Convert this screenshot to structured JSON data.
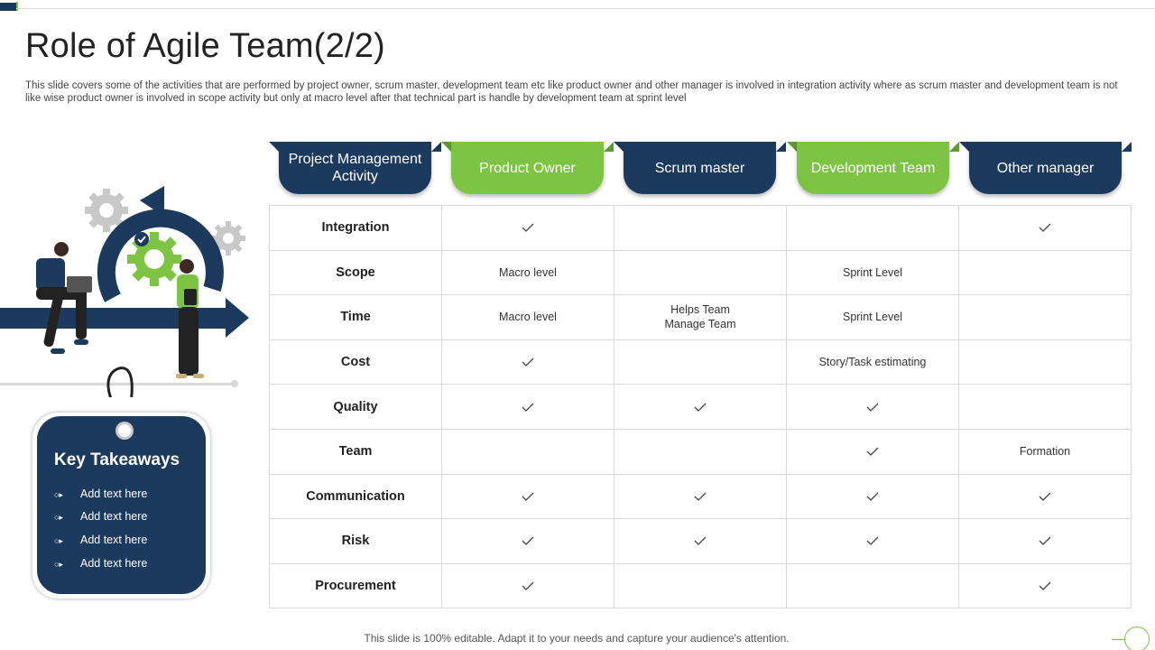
{
  "title": "Role of Agile Team(2/2)",
  "subtitle": "This slide covers some of the activities that are performed by project owner, scrum master, development team etc like product owner and other manager is involved in integration activity where as scrum master and development team is not like wise  product owner is involved  in scope activity  but only at macro level after that technical part is handle by  development team at sprint level",
  "table": {
    "headers": [
      {
        "label": "Project Management Activity",
        "color": "navy"
      },
      {
        "label": "Product Owner",
        "color": "green"
      },
      {
        "label": "Scrum master",
        "color": "navy"
      },
      {
        "label": "Development Team",
        "color": "green"
      },
      {
        "label": "Other manager",
        "color": "navy"
      }
    ],
    "rows": [
      {
        "activity": "Integration",
        "cells": [
          "✓",
          "",
          "",
          "✓"
        ]
      },
      {
        "activity": "Scope",
        "cells": [
          "Macro level",
          "",
          "Sprint Level",
          ""
        ]
      },
      {
        "activity": "Time",
        "cells": [
          "Macro level",
          "Helps Team\nManage Team",
          "Sprint Level",
          ""
        ]
      },
      {
        "activity": "Cost",
        "cells": [
          "✓",
          "",
          "Story/Task estimating",
          ""
        ]
      },
      {
        "activity": "Quality",
        "cells": [
          "✓",
          "✓",
          "✓",
          ""
        ]
      },
      {
        "activity": "Team",
        "cells": [
          "",
          "",
          "✓",
          "Formation"
        ]
      },
      {
        "activity": "Communication",
        "cells": [
          "✓",
          "✓",
          "✓",
          "✓"
        ]
      },
      {
        "activity": "Risk",
        "cells": [
          "✓",
          "✓",
          "✓",
          "✓"
        ]
      },
      {
        "activity": "Procurement",
        "cells": [
          "✓",
          "",
          "",
          "✓"
        ]
      }
    ]
  },
  "takeaways": {
    "title": "Key Takeaways",
    "items": [
      "Add text here",
      "Add text here",
      "Add text here",
      "Add text here"
    ]
  },
  "footer": "This slide is 100% editable. Adapt it to your needs and capture your audience's attention.",
  "colors": {
    "navy": "#1c3a5e",
    "green": "#7dc443",
    "grid": "#d9d9d9",
    "gear_gray": "#c8c8c8"
  },
  "icons": [
    "check-icon",
    "gear-icon",
    "cycle-arrow-icon",
    "bullet-arrow-icon"
  ]
}
